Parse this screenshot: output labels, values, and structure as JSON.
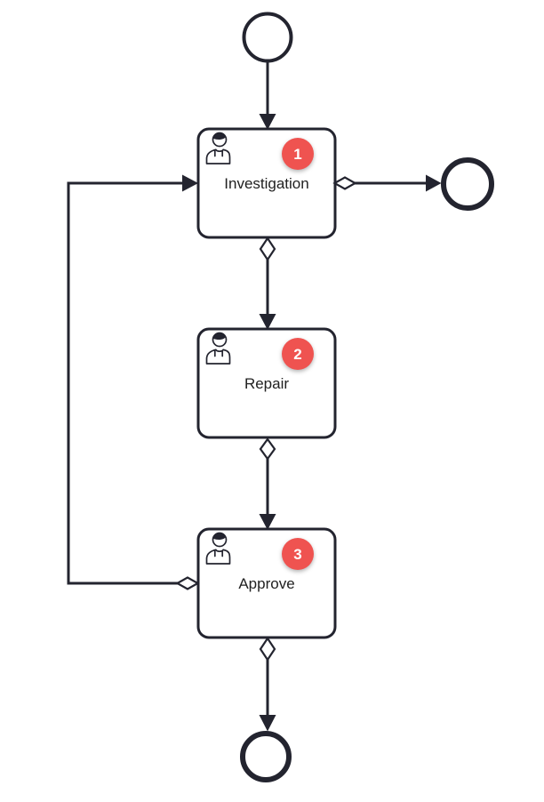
{
  "colors": {
    "stroke": "#23242f",
    "shape-fill": "#ffffff",
    "badge-bg": "#ef5350",
    "badge-text": "#ffffff",
    "label": "#212121",
    "canvas": "#ffffff"
  },
  "process": {
    "tasks": [
      {
        "label": "Investigation",
        "badge": "1",
        "icon": "user-icon"
      },
      {
        "label": "Repair",
        "badge": "2",
        "icon": "user-icon"
      },
      {
        "label": "Approve",
        "badge": "3",
        "icon": "user-icon"
      }
    ],
    "events": [
      {
        "name": "start-event",
        "style": "thin-circle"
      },
      {
        "name": "end-event-right",
        "style": "thick-circle"
      },
      {
        "name": "end-event-bottom",
        "style": "thick-circle"
      }
    ],
    "flows": [
      {
        "from": "start-event",
        "to": "Investigation",
        "marker": "none"
      },
      {
        "from": "Investigation",
        "to": "end-event-right",
        "marker": "conditional-diamond"
      },
      {
        "from": "Investigation",
        "to": "Repair",
        "marker": "conditional-diamond"
      },
      {
        "from": "Repair",
        "to": "Approve",
        "marker": "conditional-diamond"
      },
      {
        "from": "Approve",
        "to": "Investigation",
        "marker": "conditional-diamond",
        "route": "loop-left"
      },
      {
        "from": "Approve",
        "to": "end-event-bottom",
        "marker": "conditional-diamond"
      }
    ]
  }
}
